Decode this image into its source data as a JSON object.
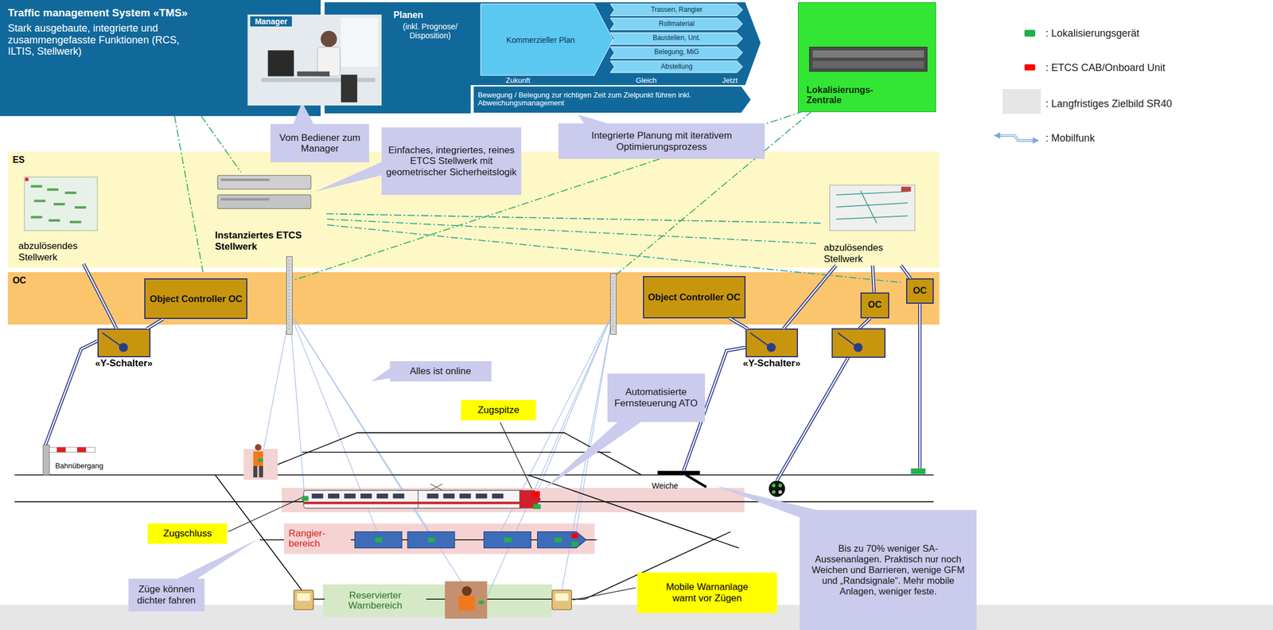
{
  "diagram": {
    "nodes": [
      {
        "text": [
          "Traffic management System «TMS»",
          "Stark ausgebaute, integrierte und zusammengefasste Funktionen (RCS, ILTIS, Stellwerk)"
        ]
      },
      {
        "text": [
          "Manager"
        ]
      },
      {
        "text": [
          "Planen",
          "(inkl. Prognose/ Disposition)"
        ]
      },
      {
        "text": [
          "Kommerzieller Plan"
        ],
        "in": 2
      },
      {
        "text": [
          "Trassen, Rangier"
        ],
        "in": 2
      },
      {
        "text": [
          "Rollmaterial"
        ],
        "in": 2
      },
      {
        "text": [
          "Baustellen, Unt."
        ],
        "in": 2
      },
      {
        "text": [
          "Belegung, MiG"
        ],
        "in": 2
      },
      {
        "text": [
          "Abstellung"
        ],
        "in": 2
      },
      {
        "text": [
          "Bewegung / Belegung zur richtigen Zeit zum Zielpunkt führen inkl. Abweichungsmanagement"
        ],
        "in": 2
      },
      {
        "text": [
          "Lokalisierungs-Zentrale"
        ]
      },
      {
        "text": [
          "Vom Bediener zum Manager"
        ]
      },
      {
        "text": [
          "Einfaches, integriertes, reines ETCS Stellwerk mit geometrischer Sicherheitslogik"
        ]
      },
      {
        "text": [
          "Integrierte Planung mit iterativem Optimierungsprozess"
        ]
      },
      {
        "text": [
          "ES"
        ]
      },
      {
        "text": [
          "abzulösendes Stellwerk"
        ],
        "in": 14
      },
      {
        "text": [
          "Instanziertes ETCS Stellwerk"
        ],
        "in": 14
      },
      {
        "text": [
          "abzulösendes Stellwerk"
        ],
        "in": 14
      },
      {
        "text": [
          "OC"
        ]
      },
      {
        "text": [
          "Object Controller OC"
        ],
        "in": 18
      },
      {
        "text": [
          "Object Controller OC"
        ],
        "in": 18
      },
      {
        "text": [
          "OC"
        ],
        "in": 18
      },
      {
        "text": [
          "OC"
        ],
        "in": 18
      },
      {
        "text": [
          "«Y-Schalter»"
        ]
      },
      {
        "text": [
          "«Y-Schalter»"
        ]
      },
      {
        "text": [
          "Alles ist online"
        ]
      },
      {
        "text": [
          "Automatisierte Fernsteuerung ATO"
        ]
      },
      {
        "text": [
          "Zugspitze"
        ]
      },
      {
        "text": [
          "Zugschluss"
        ]
      },
      {
        "text": [
          "Rangier-bereich"
        ]
      },
      {
        "text": [
          "Züge können dichter fahren"
        ]
      },
      {
        "text": [
          "Reservierter Warnbereich"
        ]
      },
      {
        "text": [
          "Mobile Warnanlage warnt vor Zügen"
        ]
      },
      {
        "text": [
          "Bis zu 70% weniger SA-Aussenanlagen. Praktisch nur noch Weichen und Barrieren, wenige GFM und „Randsignale“. Mehr mobile Anlagen, weniger feste."
        ]
      }
    ],
    "edges": [
      {
        "from": 15,
        "to": 23,
        "arrow": "none"
      },
      {
        "from": 19,
        "to": 23,
        "arrow": "none"
      },
      {
        "from": 17,
        "to": 24,
        "arrow": "none"
      },
      {
        "from": 20,
        "to": 24,
        "arrow": "none"
      },
      {
        "from": 17,
        "to": 21,
        "arrow": "none"
      },
      {
        "from": 17,
        "to": 22,
        "arrow": "none"
      },
      {
        "from": 0,
        "to": 16,
        "arrow": "none"
      },
      {
        "from": 16,
        "to": 17,
        "arrow": "none"
      }
    ],
    "labels": [
      "Zukunft",
      "Gleich",
      "Jetzt",
      "Bahnübergang",
      "Weiche"
    ],
    "legend": [
      {
        "text": ": Lokalisierungsgerät",
        "color": "#21b04b"
      },
      {
        "text": ": ETCS CAB/Onboard Unit",
        "color": "#ff0000"
      },
      {
        "text": ": Langfristiges Zielbild SR40",
        "color": "#e6e6e6"
      },
      {
        "text": ": Mobilfunk"
      }
    ]
  }
}
